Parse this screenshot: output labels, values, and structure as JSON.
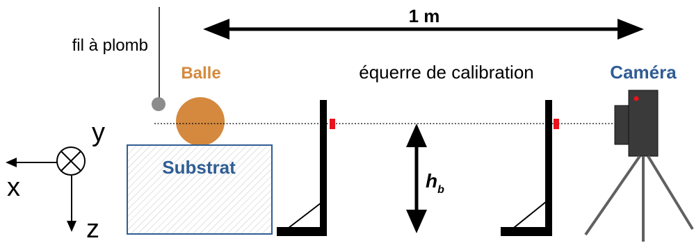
{
  "labels": {
    "distance": "1 m",
    "plumb_line": "fil à plomb",
    "ball": "Balle",
    "square": "équerre de calibration",
    "camera": "Caméra",
    "substrate": "Substrat",
    "height_main": "h",
    "height_sub": "b",
    "axis_x": "x",
    "axis_y": "y",
    "axis_z": "z"
  },
  "colors": {
    "ball": "#D4893E",
    "substrate_label": "#2F5D93",
    "camera_label": "#2F5D93",
    "marker": "#E8141C",
    "camera_dot": "#E8141C",
    "camera_body": "#3A3A3A",
    "plumb_bob": "#8C8C8C",
    "tripod": "#606060"
  }
}
